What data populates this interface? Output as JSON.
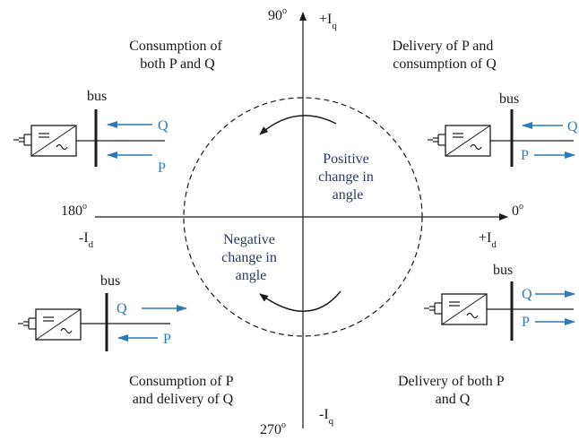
{
  "axes": {
    "deg_90": "90",
    "deg_0": "0",
    "deg_180": "180",
    "deg_270": "270",
    "deg_mark": "o",
    "pos_iq": "+I",
    "neg_iq": "-I",
    "pos_id": "+I",
    "neg_id": "-I",
    "sub_q": "q",
    "sub_d": "d"
  },
  "quadrants": {
    "top_left": [
      "Consumption of",
      "both P and Q"
    ],
    "top_right": [
      "Delivery of P and",
      "consumption of Q"
    ],
    "bottom_left": [
      "Consumption of P",
      "and delivery of Q"
    ],
    "bottom_right": [
      "Delivery of both P",
      "and Q"
    ]
  },
  "center": {
    "positive": [
      "Positive",
      "change in",
      "angle"
    ],
    "negative": [
      "Negative",
      "change in",
      "angle"
    ]
  },
  "converters": {
    "bus_label": "bus",
    "q_label": "Q",
    "p_label": "P"
  },
  "colors": {
    "flow_arrow": "#2e7ab8",
    "center_text": "#2b3a6b",
    "lines": "#1a1a1a"
  }
}
